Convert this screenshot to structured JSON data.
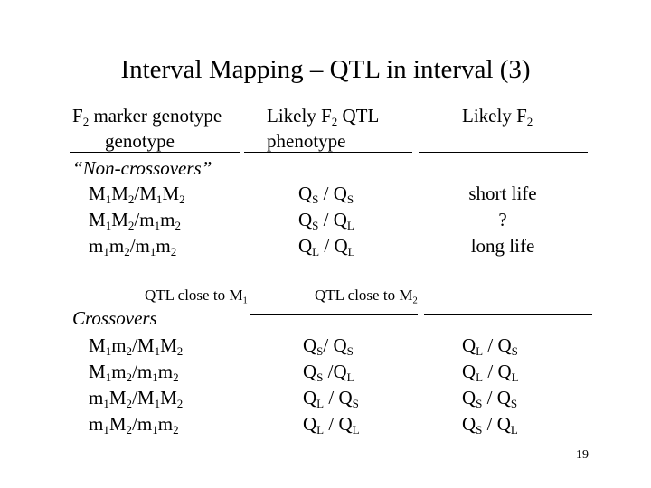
{
  "slide": {
    "title": "Interval Mapping – QTL in interval (3)",
    "page_number": "19"
  },
  "header": {
    "col1_line1_pre": "F",
    "col1_line1_sub": "2",
    "col1_line1_post": " marker genotype",
    "col1_line2": "genotype",
    "col2_line1_pre": "Likely F",
    "col2_line1_sub": "2",
    "col2_line1_post": " QTL",
    "col2_line2": "phenotype",
    "col3_line1_pre": "Likely F",
    "col3_line1_sub": "2"
  },
  "non_crossovers": {
    "label": "“Non-crossovers”",
    "rows": [
      {
        "genotype": [
          "M",
          "1",
          "M",
          "2",
          "/M",
          "1",
          "M",
          "2"
        ],
        "qtl": [
          "Q",
          "S",
          " / Q",
          "S"
        ],
        "phenotype": "short life"
      },
      {
        "genotype": [
          "M",
          "1",
          "M",
          "2",
          "/m",
          "1",
          "m",
          "2"
        ],
        "qtl": [
          "Q",
          "S",
          " / Q",
          "L"
        ],
        "phenotype": "?"
      },
      {
        "genotype": [
          "m",
          "1",
          "m",
          "2",
          "/m",
          "1",
          "m",
          "2"
        ],
        "qtl": [
          "Q",
          "L",
          " / Q",
          "L"
        ],
        "phenotype": "long life"
      }
    ]
  },
  "crossovers": {
    "label": "Crossovers",
    "col_m1_pre": "QTL close to M",
    "col_m1_sub": "1",
    "col_m2_pre": "QTL close to M",
    "col_m2_sub": "2",
    "rows": [
      {
        "genotype": [
          "M",
          "1",
          "m",
          "2",
          "/M",
          "1",
          "M",
          "2"
        ],
        "close_m1": [
          "Q",
          "S",
          "/ Q",
          "S"
        ],
        "close_m2": [
          "Q",
          "L",
          " / Q",
          "S"
        ]
      },
      {
        "genotype": [
          "M",
          "1",
          "m",
          "2",
          "/m",
          "1",
          "m",
          "2"
        ],
        "close_m1": [
          "Q",
          "S",
          " /Q",
          "L"
        ],
        "close_m2": [
          "Q",
          "L",
          " / Q",
          "L"
        ]
      },
      {
        "genotype": [
          "m",
          "1",
          "M",
          "2",
          "/M",
          "1",
          "M",
          "2"
        ],
        "close_m1": [
          "Q",
          "L",
          " / Q",
          "S"
        ],
        "close_m2": [
          "Q",
          "S",
          " / Q",
          "S"
        ]
      },
      {
        "genotype": [
          "m",
          "1",
          "M",
          "2",
          "/m",
          "1",
          "m",
          "2"
        ],
        "close_m1": [
          "Q",
          "L",
          " / Q",
          "L"
        ],
        "close_m2": [
          "Q",
          "S",
          " / Q",
          "L"
        ]
      }
    ]
  }
}
